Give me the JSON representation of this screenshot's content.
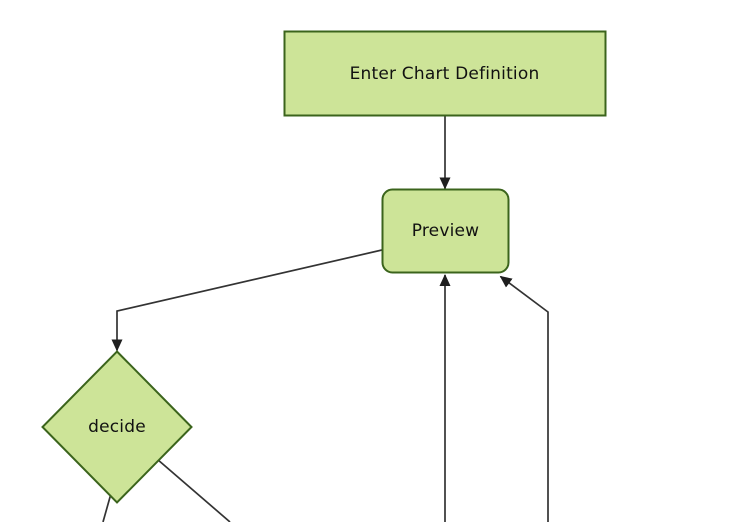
{
  "diagram": {
    "kind": "flowchart",
    "direction": "top-down",
    "background": "#ffffff",
    "theme": {
      "node_fill": "#cde498",
      "node_border": "#3b641c",
      "edge_color": "#333333",
      "arrowhead_color": "#1f1f1f",
      "label_color": "#111111"
    },
    "nodes": [
      {
        "id": "enter-chart-definition",
        "label": "Enter Chart Definition",
        "shape": "rectangle"
      },
      {
        "id": "preview",
        "label": "Preview",
        "shape": "rounded-rectangle"
      },
      {
        "id": "decide",
        "label": "decide",
        "shape": "diamond"
      }
    ],
    "edges": [
      {
        "from": "enter-chart-definition",
        "to": "preview",
        "arrowhead": true
      },
      {
        "from": "preview",
        "to": "decide",
        "arrowhead": true
      },
      {
        "from": "offscreen-bottom",
        "to": "preview",
        "arrowhead": true
      },
      {
        "from": "offscreen-bottom-right",
        "to": "preview",
        "arrowhead": true
      },
      {
        "from": "decide",
        "to": "offscreen-bottom-left",
        "arrowhead": false
      },
      {
        "from": "decide",
        "to": "offscreen-bottom-right",
        "arrowhead": false
      }
    ]
  }
}
